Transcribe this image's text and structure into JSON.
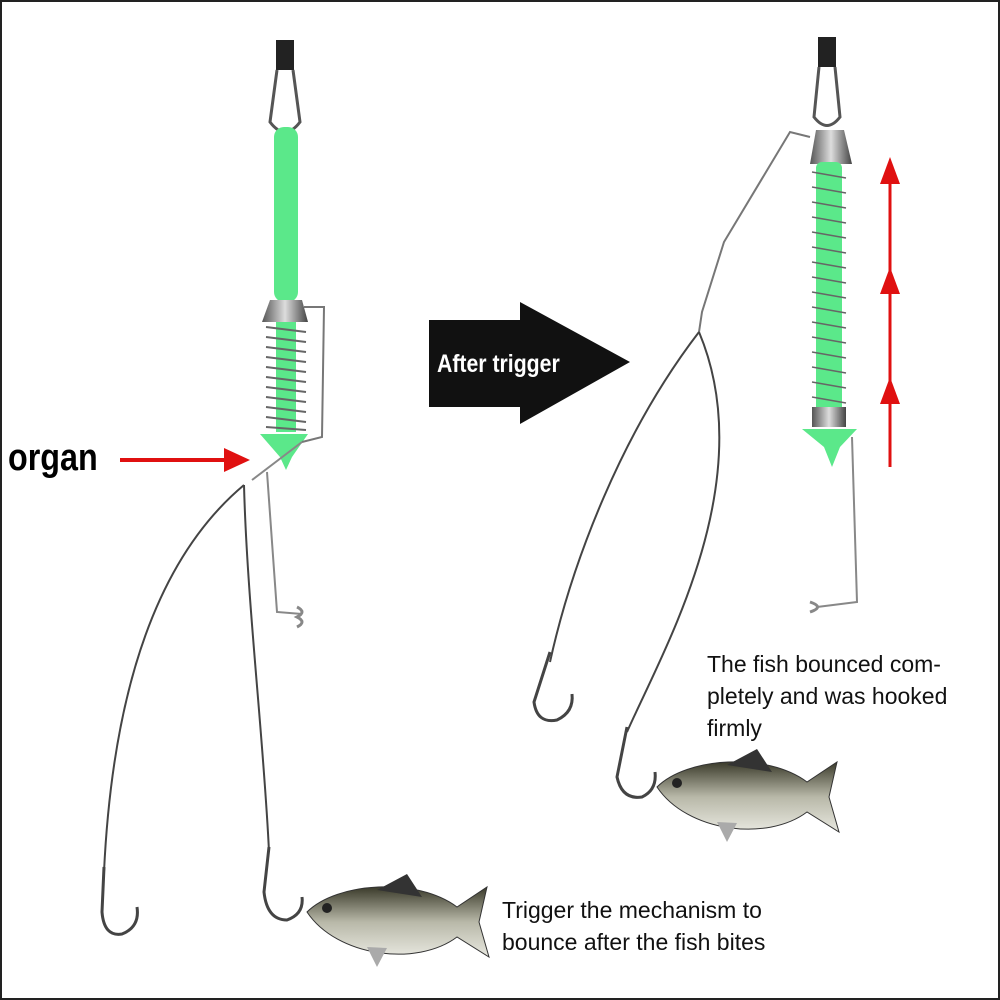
{
  "labels": {
    "organ": "organ",
    "after_trigger": "After trigger"
  },
  "captions": {
    "after": [
      "The fish bounced com-",
      "pletely and was hooked",
      "firmly"
    ],
    "before": [
      "Trigger the mechanism to",
      "bounce after the fish bites"
    ]
  },
  "colors": {
    "green": "#5be88a",
    "red": "#e01010",
    "arrow": "#111111"
  }
}
